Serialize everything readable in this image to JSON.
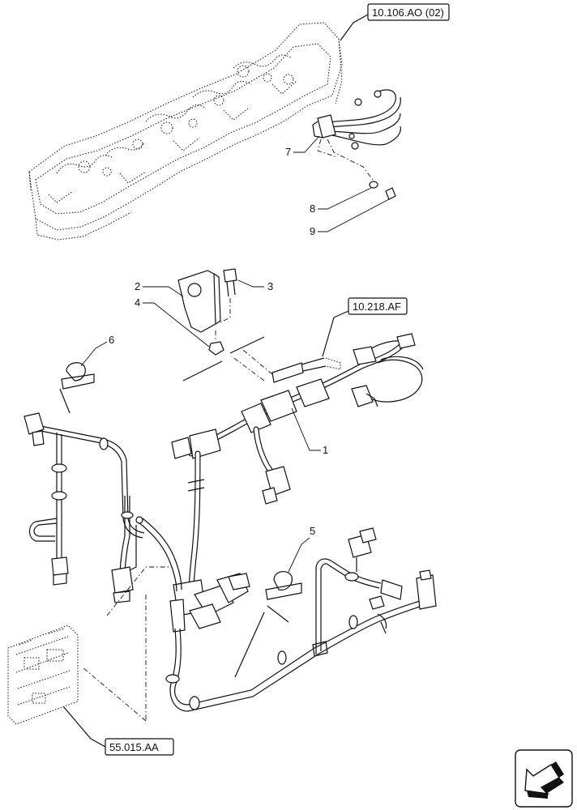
{
  "references": {
    "top": "10.106.AO (02)",
    "middle": "10.218.AF",
    "bottom": "55.015.AA"
  },
  "callouts": [
    "1",
    "2",
    "3",
    "4",
    "5",
    "6",
    "7",
    "8",
    "9"
  ],
  "icons": {
    "nav": "arrow-down-left-icon"
  }
}
